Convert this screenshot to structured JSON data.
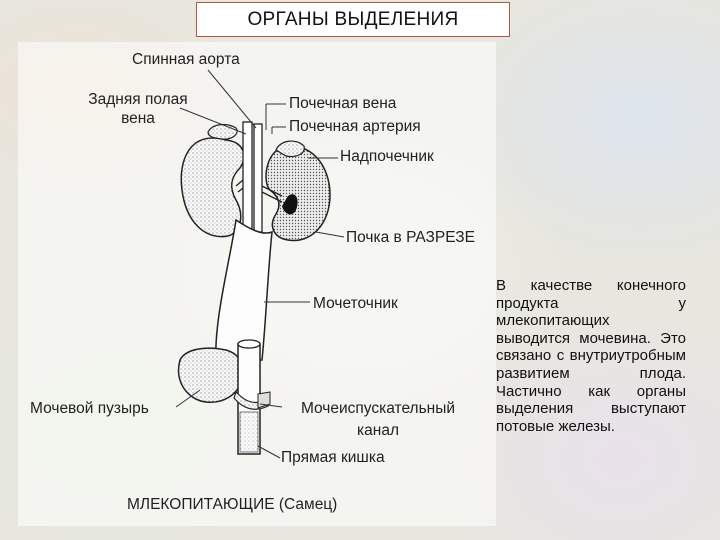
{
  "title": "ОРГАНЫ ВЫДЕЛЕНИЯ",
  "labels": {
    "spinal_aorta": "Спинная аорта",
    "posterior_vena_cava_1": "Задняя полая",
    "posterior_vena_cava_2": "вена",
    "renal_vein": "Почечная вена",
    "renal_artery": "Почечная артерия",
    "adrenal": "Надпочечник",
    "kidney_section": "Почка в РАЗРЕЗЕ",
    "ureter": "Мочеточник",
    "bladder": "Мочевой пузырь",
    "urethra_1": "Мочеиспускательный",
    "urethra_2": "канал",
    "rectum": "Прямая кишка",
    "caption": "МЛЕКОПИТАЮЩИЕ (Самец)"
  },
  "side_text": "В качестве конечного продукта у млекопитающих выводится мочевина. Это связано с внутриутробным развитием плода. Частично как органы выделения выступают потовые железы."
}
